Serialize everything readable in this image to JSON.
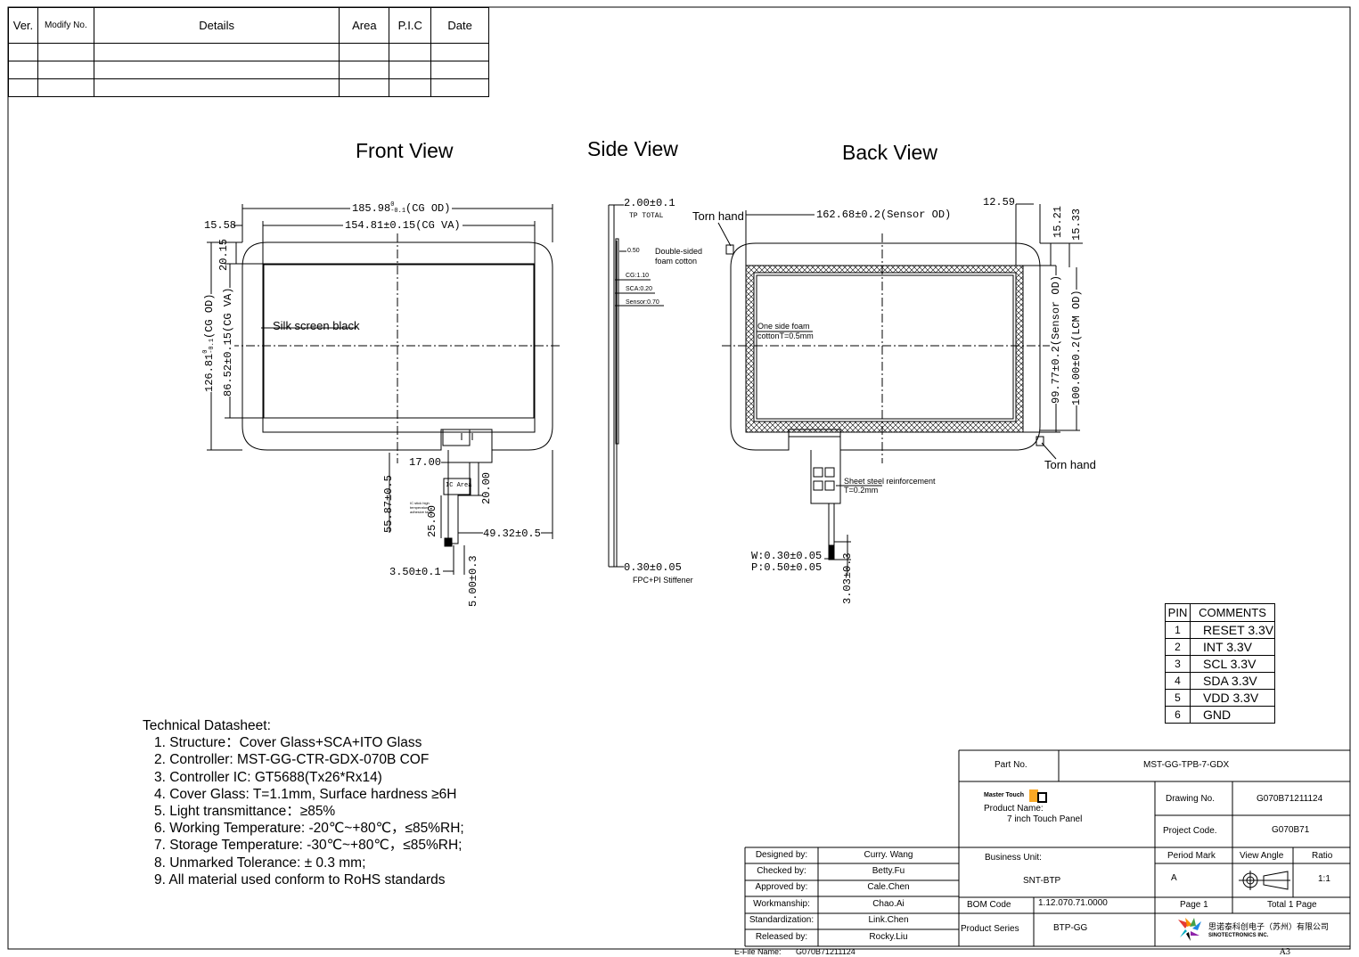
{
  "revision_table": {
    "headers": [
      "Ver.",
      "Modify No.",
      "Details",
      "Area",
      "P.I.C",
      "Date"
    ],
    "rows": [
      [
        "",
        "",
        "",
        "",
        "",
        ""
      ],
      [
        "",
        "",
        "",
        "",
        "",
        ""
      ],
      [
        "",
        "",
        "",
        "",
        "",
        ""
      ]
    ]
  },
  "views": {
    "front": "Front View",
    "side": "Side View",
    "back": "Back View"
  },
  "front_view": {
    "width_od": "185.98",
    "width_od_tol_upper": "0",
    "width_od_tol_lower": "-0.1",
    "width_od_suffix": "(CG OD)",
    "width_va": "154.81±0.15(CG VA)",
    "left_offset": "15.58",
    "top_offset": "20.15",
    "height_od": "126.81",
    "height_od_tol_upper": "0",
    "height_od_tol_lower": "-0.1",
    "height_od_suffix": "(CG OD)",
    "height_va": "86.52±0.15(CG VA)",
    "silk_screen": "Silk screen black",
    "fpc_width": "17.00",
    "ic_area": "IC Area",
    "ic_note": "IC stick high temperature adhesive tape",
    "fpc_total": "55.87±0.5",
    "fpc_25": "25.00",
    "fpc_20": "20.00",
    "fpc_offset": "49.32±0.5",
    "fpc_350": "3.50±0.1",
    "fpc_500": "5.00±0.3"
  },
  "side_view": {
    "total": "2.00±0.1",
    "total_note": "TP TOTAL",
    "foam_thk": "0.50",
    "foam_label": "Double-sided foam cotton",
    "cg": "CG:1.10",
    "sca": "SCA:0.20",
    "sensor": "Sensor:0.70",
    "stiffener": "0.30±0.05",
    "stiffener_label": "FPC+PI Stiffener"
  },
  "back_view": {
    "torn_hand_top": "Torn hand",
    "torn_hand_bottom": "Torn hand",
    "sensor_width": "162.68±0.2(Sensor OD)",
    "right_offset": "12.59",
    "top_1521": "15.21",
    "top_1533": "15.33",
    "sensor_height": "99.77±0.2(Sensor OD)",
    "lcm_height": "100.00±0.2(LCM OD)",
    "foam_label_line1": "One side foam",
    "foam_label_line2": "cottonT=0.5mm",
    "steel_line1": "Sheet steel reinforcement",
    "steel_line2": "T=0.2mm",
    "w_dim": "W:0.30±0.05",
    "p_dim": "P:0.50±0.05",
    "fpc_303": "3.03±0.3"
  },
  "pin_table": {
    "headers": [
      "PIN",
      "COMMENTS"
    ],
    "rows": [
      [
        "1",
        "RESET 3.3V"
      ],
      [
        "2",
        "INT 3.3V"
      ],
      [
        "3",
        "SCL 3.3V"
      ],
      [
        "4",
        "SDA 3.3V"
      ],
      [
        "5",
        "VDD 3.3V"
      ],
      [
        "6",
        "GND"
      ]
    ]
  },
  "technical": {
    "title": "Technical Datasheet:",
    "items": [
      "1. Structure：Cover Glass+SCA+ITO Glass",
      "2. Controller: MST-GG-CTR-GDX-070B    COF",
      "3. Controller IC: GT5688(Tx26*Rx14)",
      "4. Cover Glass: T=1.1mm, Surface hardness ≥6H",
      "5. Light transmittance：≥85%",
      "6. Working Temperature: -20℃~+80℃，≤85%RH;",
      "7. Storage Temperature: -30℃~+80℃，≤85%RH;",
      "8. Unmarked Tolerance: ± 0.3 mm;",
      "9. All material used conform to RoHS standards"
    ]
  },
  "title_block": {
    "part_no_label": "Part No.",
    "part_no": "MST-GG-TPB-7-GDX",
    "brand": "Master Touch",
    "product_name_label": "Product Name:",
    "product_name": "7 inch Touch Panel",
    "drawing_no_label": "Drawing No.",
    "drawing_no": "G070B71211124",
    "project_code_label": "Project Code.",
    "project_code": "G070B71",
    "business_unit_label": "Business Unit:",
    "business_unit": "SNT-BTP",
    "period_mark_label": "Period Mark",
    "period_mark": "A",
    "view_angle_label": "View Angle",
    "ratio_label": "Ratio",
    "ratio": "1:1",
    "bom_code_label": "BOM Code",
    "bom_code": "1.12.070.71.0000",
    "page": "Page 1",
    "total_pages": "Total 1 Page",
    "product_series_label": "Product Series",
    "product_series": "BTP-GG",
    "company_cn": "思诺泰科创电子（苏州）有限公司",
    "company_en": "SINOTECTRONICS INC.",
    "sheet_size": "A3",
    "efile_label": "E-File Name:",
    "efile": "G070B71211124",
    "signoffs": [
      {
        "role": "Designed by:",
        "name": "Curry. Wang"
      },
      {
        "role": "Checked by:",
        "name": "Betty.Fu"
      },
      {
        "role": "Approved by:",
        "name": "Cale.Chen"
      },
      {
        "role": "Workmanship:",
        "name": "Chao.Ai"
      },
      {
        "role": "Standardization:",
        "name": "Link.Chen"
      },
      {
        "role": "Released by:",
        "name": "Rocky.Liu"
      }
    ]
  }
}
